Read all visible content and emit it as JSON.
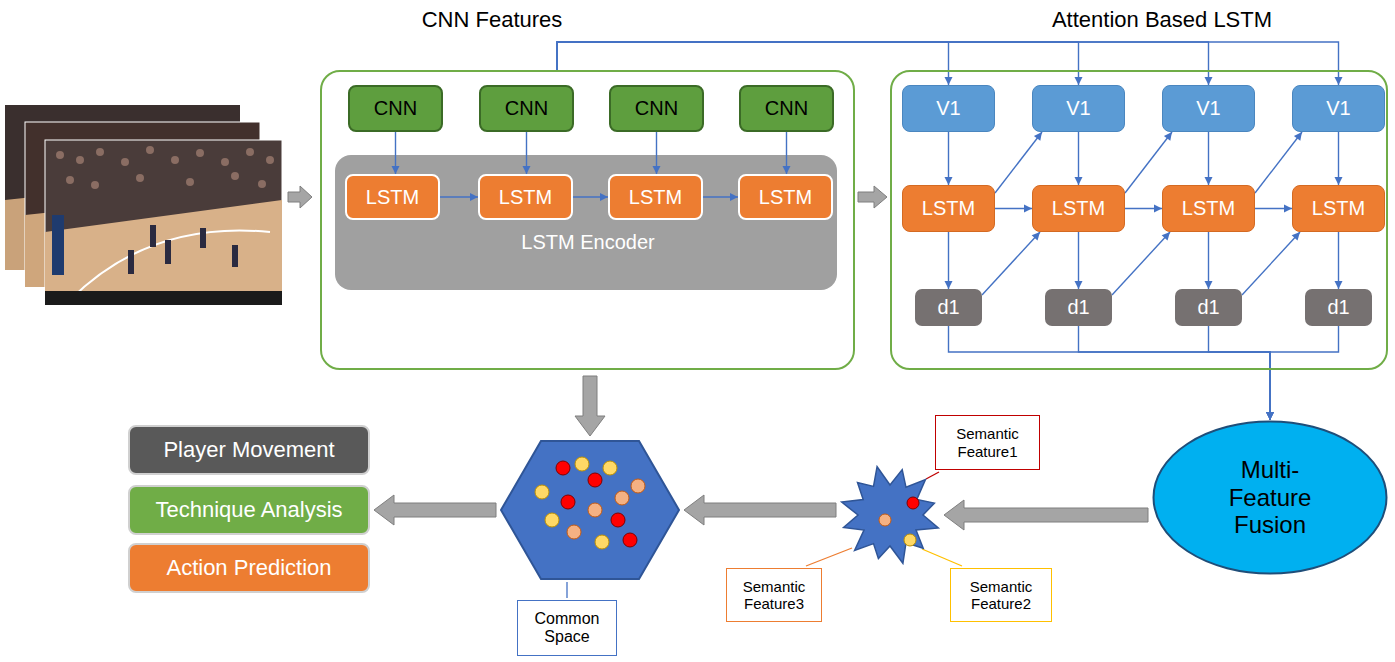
{
  "diagram": {
    "nodes": [
      {
        "text": [
          "CNN Features"
        ]
      },
      {
        "text": [
          "CNN"
        ],
        "in": 0
      },
      {
        "text": [
          "CNN"
        ],
        "in": 0
      },
      {
        "text": [
          "CNN"
        ],
        "in": 0
      },
      {
        "text": [
          "CNN"
        ],
        "in": 0
      },
      {
        "text": [
          "LSTM Encoder"
        ],
        "in": 0
      },
      {
        "text": [
          "LSTM"
        ],
        "in": 5
      },
      {
        "text": [
          "LSTM"
        ],
        "in": 5
      },
      {
        "text": [
          "LSTM"
        ],
        "in": 5
      },
      {
        "text": [
          "LSTM"
        ],
        "in": 5
      },
      {
        "text": [
          "Attention Based LSTM"
        ]
      },
      {
        "text": [
          "V1"
        ],
        "in": 10
      },
      {
        "text": [
          "V1"
        ],
        "in": 10
      },
      {
        "text": [
          "V1"
        ],
        "in": 10
      },
      {
        "text": [
          "V1"
        ],
        "in": 10
      },
      {
        "text": [
          "LSTM"
        ],
        "in": 10
      },
      {
        "text": [
          "LSTM"
        ],
        "in": 10
      },
      {
        "text": [
          "LSTM"
        ],
        "in": 10
      },
      {
        "text": [
          "LSTM"
        ],
        "in": 10
      },
      {
        "text": [
          "d1"
        ],
        "in": 10
      },
      {
        "text": [
          "d1"
        ],
        "in": 10
      },
      {
        "text": [
          "d1"
        ],
        "in": 10
      },
      {
        "text": [
          "d1"
        ],
        "in": 10
      },
      {
        "text": [
          "Multi- Feature Fusion"
        ]
      },
      {
        "text": [
          "Semantic Feature1",
          "Semantic Feature3",
          "Semantic Feature2"
        ]
      },
      {
        "text": [
          "Common Space"
        ]
      },
      {
        "text": [
          "Player Movement"
        ]
      },
      {
        "text": [
          "Technique Analysis"
        ]
      },
      {
        "text": [
          "Action Prediction"
        ]
      }
    ],
    "edges": [
      {
        "from": 0,
        "to": 10,
        "arrow": "to"
      },
      {
        "from": 0,
        "to": 11,
        "arrow": "to"
      },
      {
        "from": 0,
        "to": 12,
        "arrow": "to"
      },
      {
        "from": 0,
        "to": 13,
        "arrow": "to"
      },
      {
        "from": 0,
        "to": 14,
        "arrow": "to"
      },
      {
        "from": 1,
        "to": 6,
        "arrow": "to"
      },
      {
        "from": 2,
        "to": 7,
        "arrow": "to"
      },
      {
        "from": 3,
        "to": 8,
        "arrow": "to"
      },
      {
        "from": 4,
        "to": 9,
        "arrow": "to"
      },
      {
        "from": 6,
        "to": 7,
        "arrow": "to"
      },
      {
        "from": 7,
        "to": 8,
        "arrow": "to"
      },
      {
        "from": 8,
        "to": 9,
        "arrow": "to"
      },
      {
        "from": 11,
        "to": 15,
        "arrow": "to"
      },
      {
        "from": 12,
        "to": 16,
        "arrow": "to"
      },
      {
        "from": 13,
        "to": 17,
        "arrow": "to"
      },
      {
        "from": 14,
        "to": 18,
        "arrow": "to"
      },
      {
        "from": 15,
        "to": 19,
        "arrow": "to"
      },
      {
        "from": 16,
        "to": 20,
        "arrow": "to"
      },
      {
        "from": 17,
        "to": 21,
        "arrow": "to"
      },
      {
        "from": 18,
        "to": 22,
        "arrow": "to"
      },
      {
        "from": 15,
        "to": 16,
        "arrow": "to"
      },
      {
        "from": 16,
        "to": 17,
        "arrow": "to"
      },
      {
        "from": 17,
        "to": 18,
        "arrow": "to"
      },
      {
        "from": 15,
        "to": 12,
        "arrow": "to"
      },
      {
        "from": 16,
        "to": 13,
        "arrow": "to"
      },
      {
        "from": 17,
        "to": 14,
        "arrow": "to"
      },
      {
        "from": 19,
        "to": 16,
        "arrow": "to"
      },
      {
        "from": 20,
        "to": 17,
        "arrow": "to"
      },
      {
        "from": 21,
        "to": 18,
        "arrow": "to"
      },
      {
        "from": 19,
        "to": 23,
        "arrow": "to"
      },
      {
        "from": 20,
        "to": 23,
        "arrow": "to"
      },
      {
        "from": 21,
        "to": 23,
        "arrow": "to"
      },
      {
        "from": 22,
        "to": 23,
        "arrow": "to"
      },
      {
        "from": 23,
        "to": 24,
        "arrow": "to"
      },
      {
        "from": 24,
        "to": 25,
        "arrow": "to"
      },
      {
        "from": 0,
        "to": 25,
        "arrow": "to"
      },
      {
        "from": 25,
        "to": 27,
        "arrow": "to"
      }
    ]
  }
}
